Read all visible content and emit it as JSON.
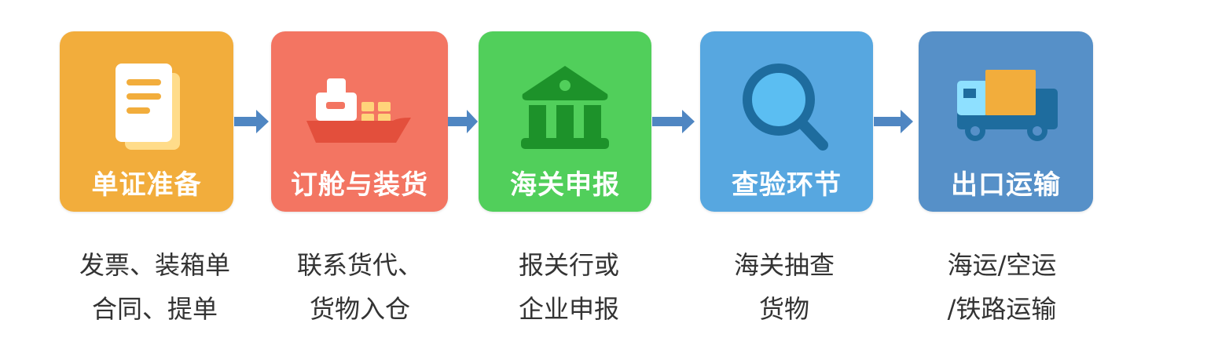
{
  "flow": {
    "steps": [
      {
        "title": "单证准备",
        "icon": "document-icon",
        "color": "#F2AD3C",
        "desc_line1": "发票、装箱单",
        "desc_line2": "合同、提单"
      },
      {
        "title": "订舱与装货",
        "icon": "cargo-ship-icon",
        "color": "#F37562",
        "desc_line1": "联系货代、",
        "desc_line2": "货物入仓"
      },
      {
        "title": "海关申报",
        "icon": "customs-building-icon",
        "color": "#51CF5B",
        "desc_line1": "报关行或",
        "desc_line2": "企业申报"
      },
      {
        "title": "查验环节",
        "icon": "magnifier-icon",
        "color": "#57A7E0",
        "desc_line1": "海关抽查",
        "desc_line2": "货物"
      },
      {
        "title": "出口运输",
        "icon": "truck-icon",
        "color": "#5690C8",
        "desc_line1": "海运/空运",
        "desc_line2": "/铁路运输"
      }
    ],
    "arrow_color": "#4F86C2",
    "text_color": "#333333"
  }
}
